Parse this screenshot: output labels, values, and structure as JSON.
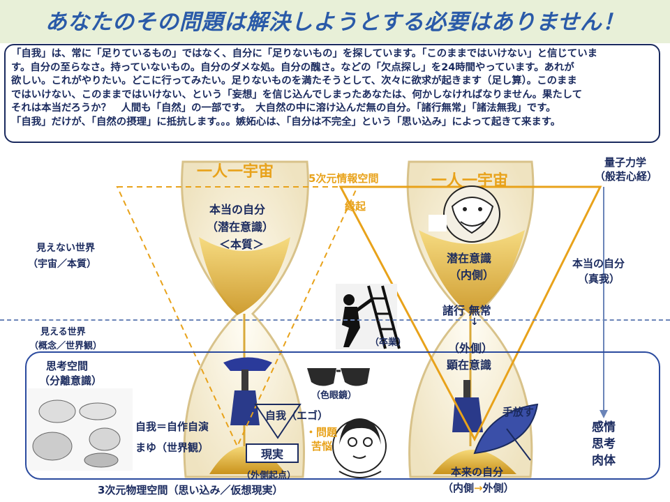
{
  "title": "あなたのその問題は解決しようとする必要はありません！",
  "intro": [
    "「自我」は、常に「足りているもの」ではなく、自分に「足りないもの」を探しています。「このままではいけない」と信じていま",
    "す。自分の至らなさ。持っていないもの。自分のダメな処。自分の醜さ。などの「欠点探し」を24時間やっています。あれが",
    "欲しい。これがやりたい。どこに行ってみたい。足りないものを満たそうとして、次々に欲求が起きます（足し算）。このまま",
    "ではいけない、このままではいけない、という「妄想」を信じ込んでしまったあなたは、何かしなければなりません。果たして",
    "それは本当だろうか？　人間も「自然」の一部です。　大自然の中に溶け込んだ無の自分。「諸行無常」「諸法無我」です。",
    "「自我」だけが、「自然の摂理」に抵抗します。。。嫉妬心は、「自分は不完全」という「思い込み」によって起きて来ます。"
  ],
  "labels": {
    "universe_left": "一人一宇宙",
    "universe_right": "一人一宇宙",
    "five_dim": "5次元情報空間",
    "engi": "縁起",
    "quantum": "量子力学",
    "hannya": "（般若心経）",
    "true_self_1": "本当の自分",
    "subconscious_1": "（潜在意識）",
    "essence": "＜本質＞",
    "invisible_world": "見えない世界",
    "invisible_sub": "（宇宙／本質）",
    "subconscious_2": "潜在意識",
    "inner": "（内側）",
    "true_self_right": "本当の自分",
    "true_self_right_sub": "（真我）",
    "shogyo_mujo": "諸行 無常",
    "arrow_down": "↓",
    "outer": "（外側）",
    "conscious": "顕在意識",
    "graduation": "（卒業）",
    "visible_world": "見える世界",
    "visible_sub": "（概念／世界観）",
    "thinking_space": "思考空間",
    "separation": "（分離意識）",
    "ego_equals": "自我＝自作自演",
    "cocoon": "まゆ（世界観）",
    "colored_glasses": "（色眼鏡）",
    "ego_box": "自我（エゴ）",
    "problem": "・問題",
    "suffering": "苦悩",
    "reality": "現実",
    "outer_origin": "（外側起点）",
    "let_go": "手放す",
    "original_self": "本来の自分",
    "inner_outer_a": "（内側",
    "inner_outer_arrow": "→",
    "inner_outer_b": "外側）",
    "emotion": "感情",
    "thought": "思考",
    "body": "肉体",
    "three_dim": "3次元物理空間（思い込み／仮想現実）"
  },
  "colors": {
    "navy": "#1a2a5e",
    "title_blue": "#2a5aa8",
    "orange": "#e8a21a",
    "gold": "#e2b63a",
    "blue_line": "#2a4a9e"
  },
  "icons": [
    "hourglass-left",
    "hourglass-right",
    "ladder-climber-icon",
    "sunglasses-icon",
    "woman-face-icon",
    "silkworm-illustration",
    "sage-portrait-icon",
    "umbrella-icon"
  ]
}
